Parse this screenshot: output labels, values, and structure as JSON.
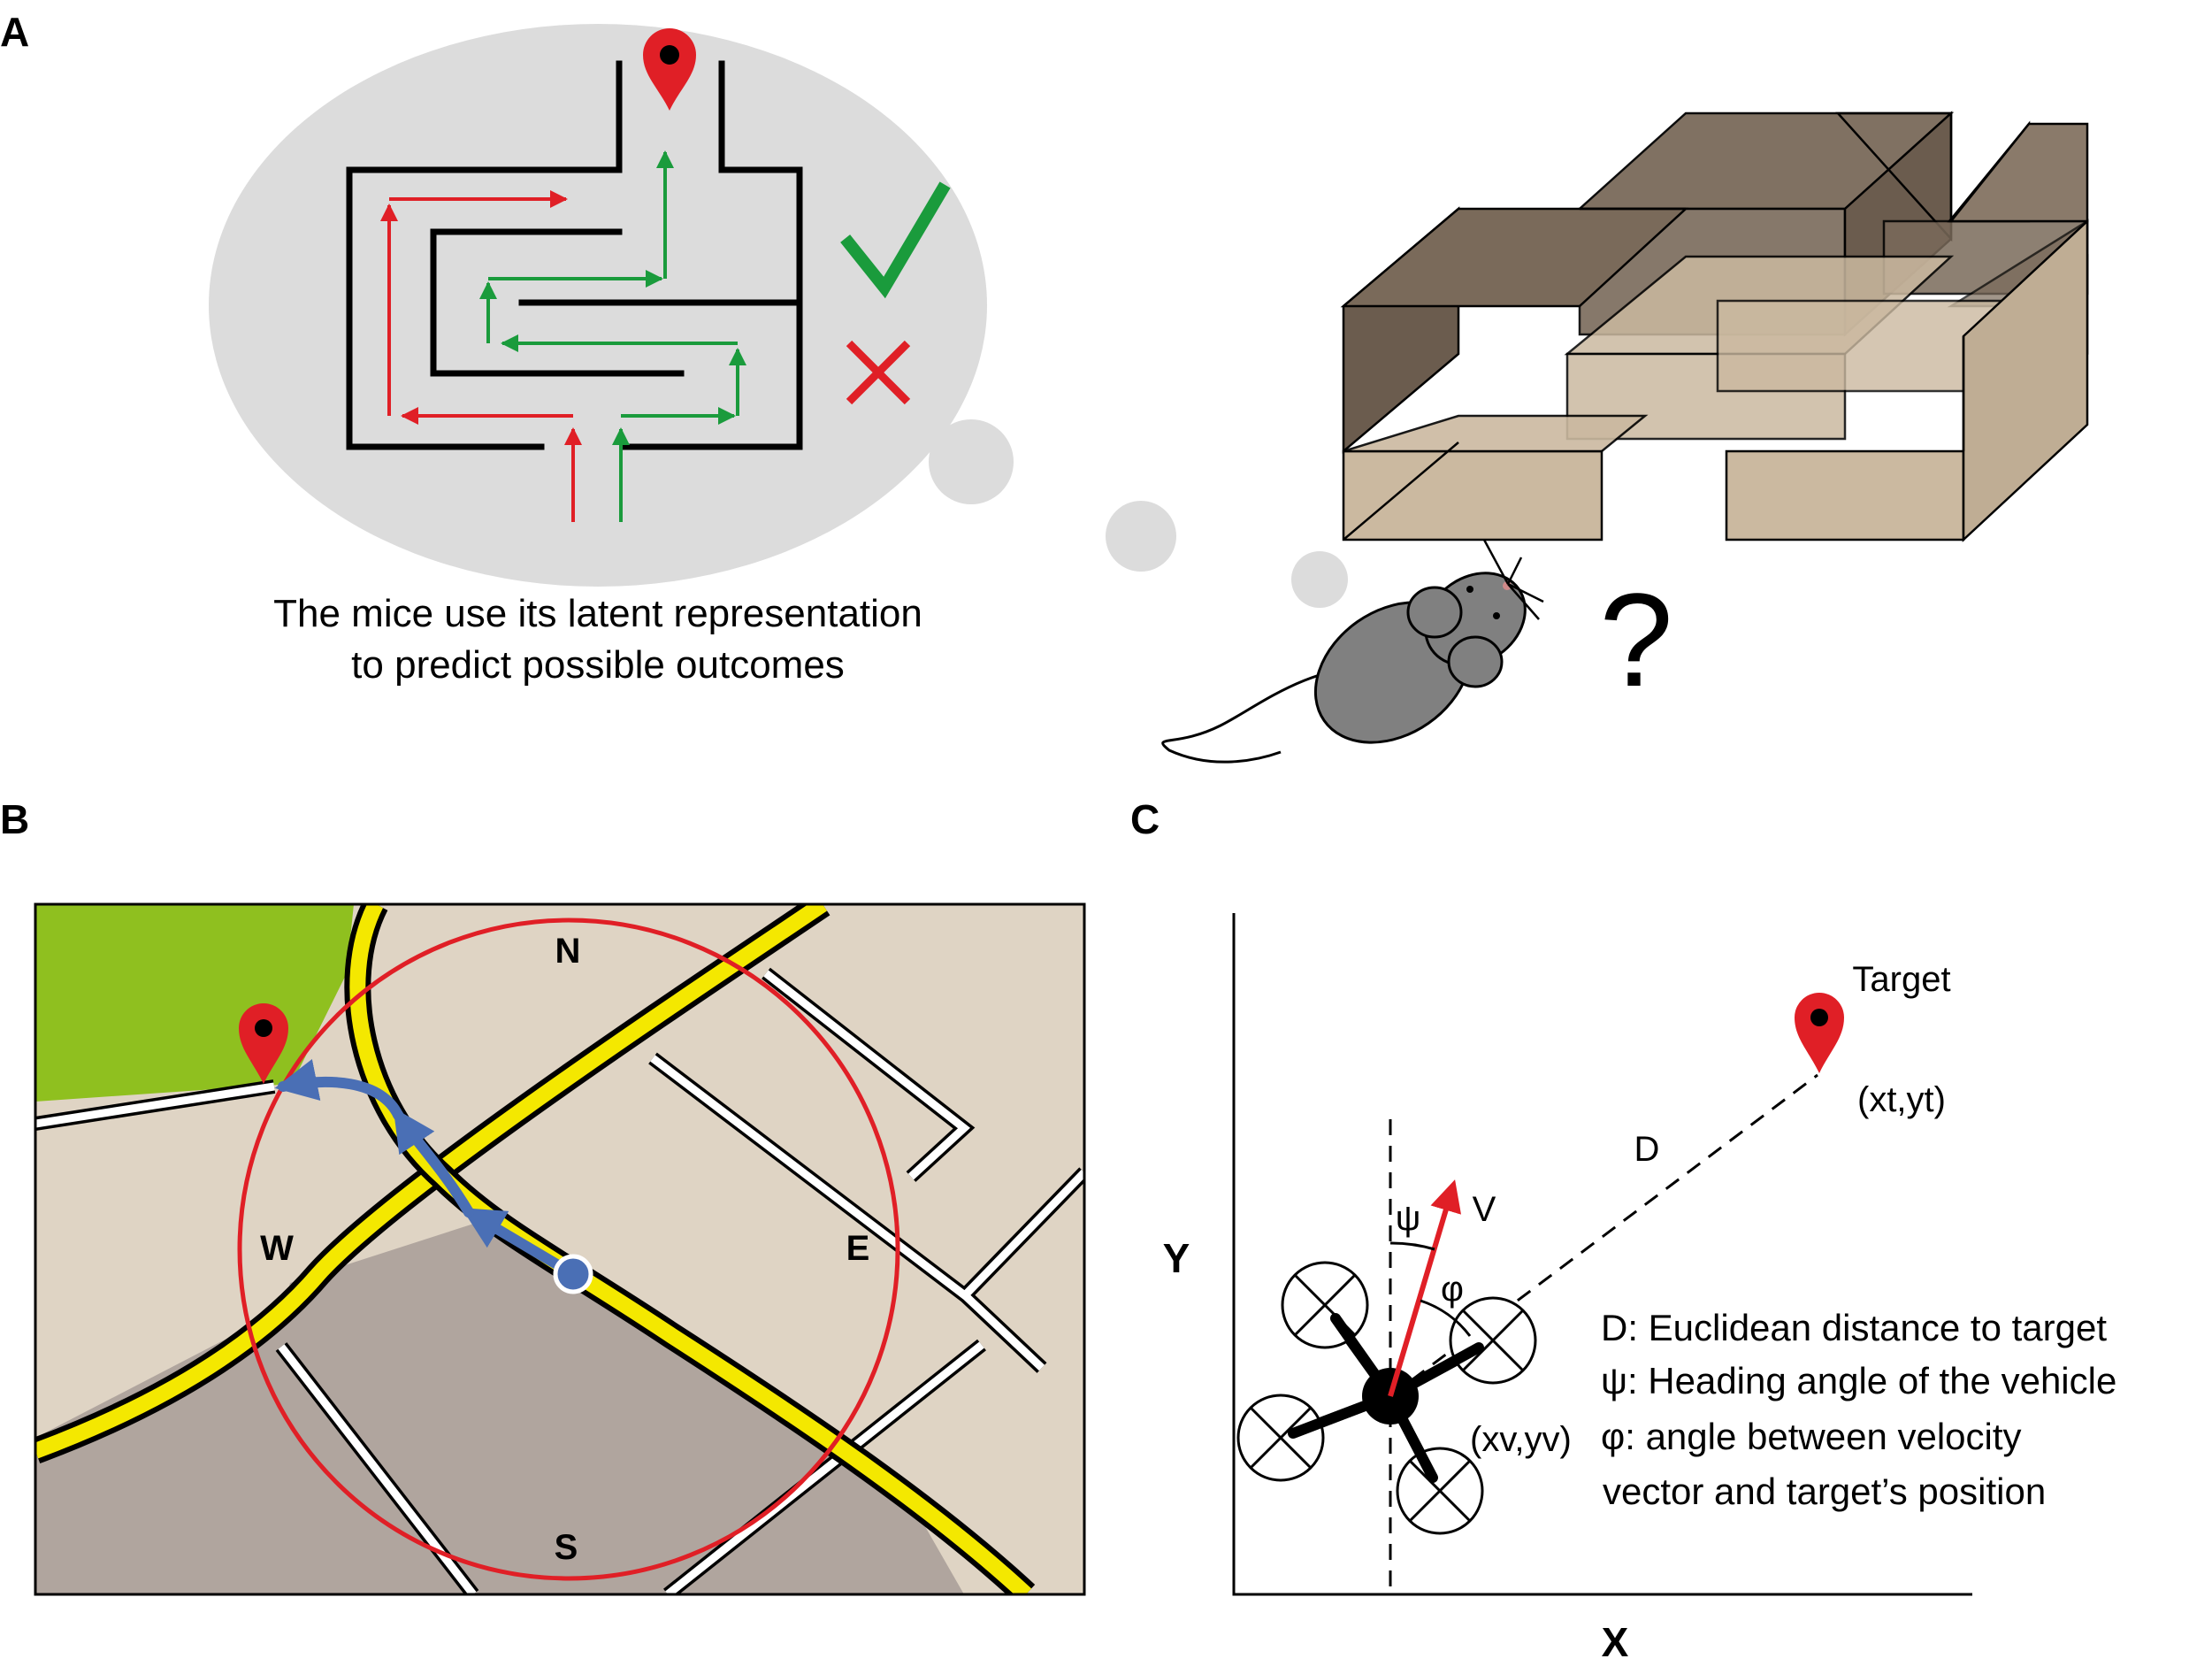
{
  "panels": {
    "a": {
      "label": "A",
      "caption_line1": "The mice use its latent representation",
      "caption_line2": "to predict possible outcomes",
      "question_mark": "?",
      "icons": [
        "location-pin-icon",
        "check-mark-icon",
        "cross-mark-icon",
        "mouse-icon"
      ],
      "colors": {
        "correct": "#1a9b3c",
        "wrong": "#e01f26",
        "thought_bubble": "#dcdcdc",
        "wall_dark": "#7a6a5a",
        "wall_light": "#cbb9a0"
      }
    },
    "b": {
      "label": "B",
      "compass": {
        "north": "N",
        "south": "S",
        "east": "E",
        "west": "W"
      },
      "colors": {
        "park": "#8fc01f",
        "land": "#dfd4c4",
        "block": "#b0a59e",
        "road": "#f4e800",
        "circle": "#e01f26",
        "path": "#4a6fb5"
      }
    },
    "c": {
      "label": "C",
      "target_label": "Target",
      "target_coords": "(xt,yt)",
      "vehicle_coords": "(xv,yv)",
      "distance_label": "D",
      "velocity_label": "V",
      "heading_symbol": "ψ",
      "angle_symbol": "φ",
      "x_axis": "X",
      "y_axis": "Y",
      "legend": [
        "D: Euclidean distance to target",
        "ψ: Heading angle of the vehicle",
        "φ: angle between velocity",
        "vector and target’s position"
      ]
    }
  }
}
